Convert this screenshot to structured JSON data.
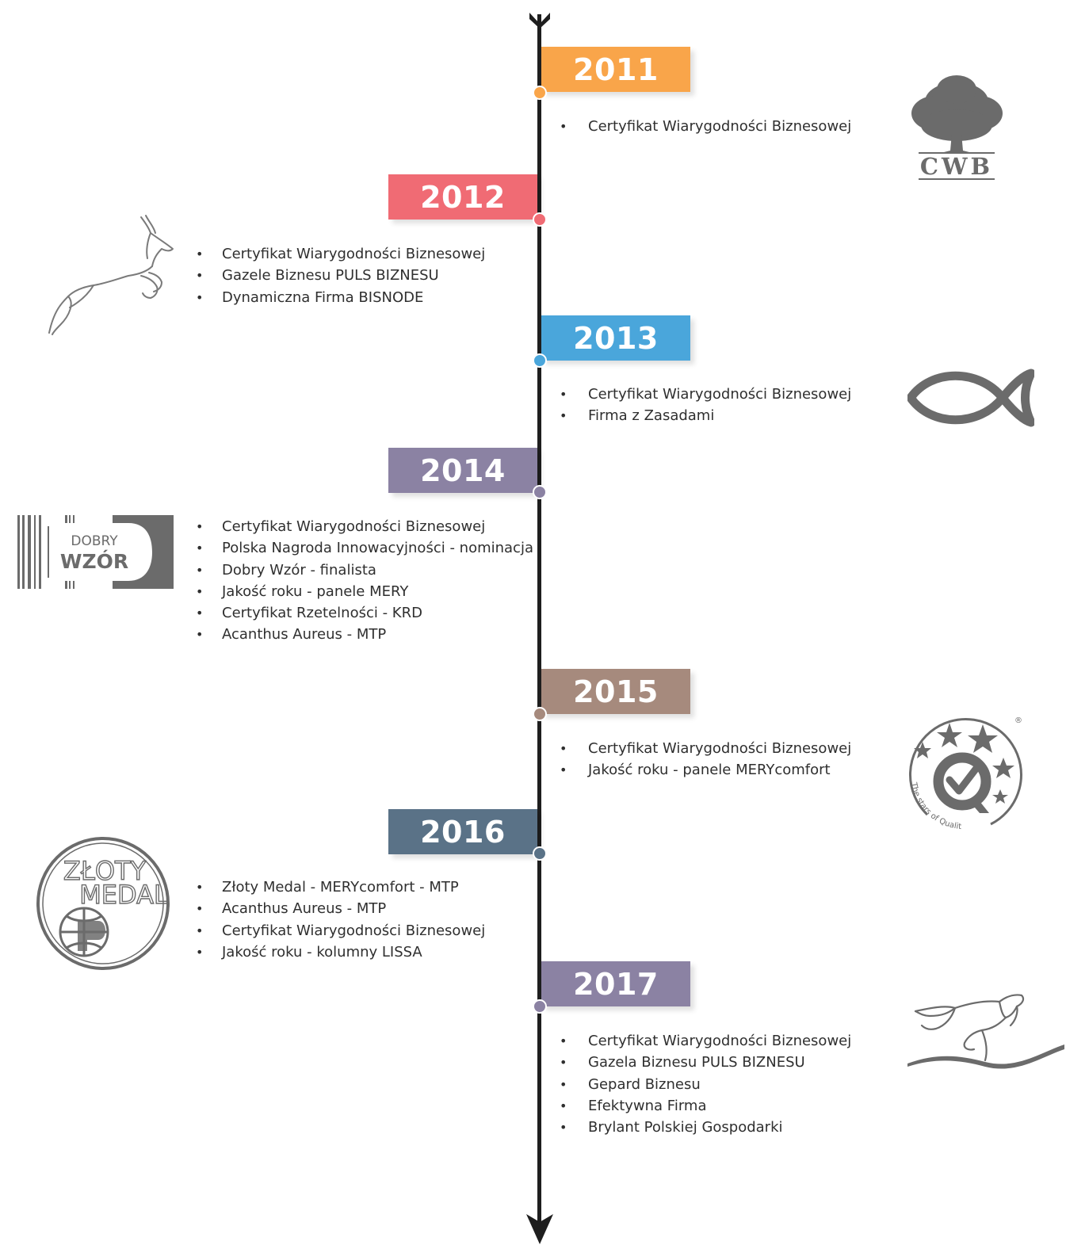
{
  "timeline": [
    {
      "year": "2011",
      "color": "#f9a54a",
      "items": [
        "Certyfikat Wiarygodności Biznesowej"
      ],
      "logo": {
        "name": "cwb-tree-logo",
        "text": "CWB"
      }
    },
    {
      "year": "2012",
      "color": "#f06b74",
      "items": [
        "Certyfikat Wiarygodności Biznesowej",
        "Gazele Biznesu PULS BIZNESU",
        "Dynamiczna Firma BISNODE"
      ],
      "logo": {
        "name": "gazelle-logo"
      }
    },
    {
      "year": "2013",
      "color": "#4aa6db",
      "items": [
        "Certyfikat Wiarygodności Biznesowej",
        "Firma z Zasadami"
      ],
      "logo": {
        "name": "fish-logo"
      }
    },
    {
      "year": "2014",
      "color": "#8b82a3",
      "items": [
        "Certyfikat Wiarygodności Biznesowej",
        "Polska Nagroda Innowacyjności - nominacja",
        "Dobry Wzór - finalista",
        "Jakość roku - panele MERY",
        "Certyfikat Rzetelności - KRD",
        "Acanthus Aureus - MTP"
      ],
      "logo": {
        "name": "dobry-wzor-logo",
        "line1": "DOBRY",
        "line2": "WZÓR"
      }
    },
    {
      "year": "2015",
      "color": "#a68a7d",
      "items": [
        "Certyfikat Wiarygodności Biznesowej",
        "Jakość roku - panele MERYcomfort"
      ],
      "logo": {
        "name": "stars-of-quality-logo",
        "text": "The stars of Quality",
        "mark": "®"
      }
    },
    {
      "year": "2016",
      "color": "#5a7287",
      "items": [
        "Złoty Medal - MERYcomfort - MTP",
        "Acanthus Aureus - MTP",
        "Certyfikat Wiarygodności Biznesowej",
        "Jakość roku - kolumny LISSA"
      ],
      "logo": {
        "name": "zloty-medal-logo",
        "line1": "ZŁOTY",
        "line2": "MEDAL"
      }
    },
    {
      "year": "2017",
      "color": "#8b82a3",
      "items": [
        "Certyfikat Wiarygodności Biznesowej",
        "Gazela Biznesu PULS BIZNESU",
        "Gepard Biznesu",
        "Efektywna Firma",
        "Brylant Polskiej Gospodarki"
      ],
      "logo": {
        "name": "cheetah-logo"
      }
    }
  ]
}
